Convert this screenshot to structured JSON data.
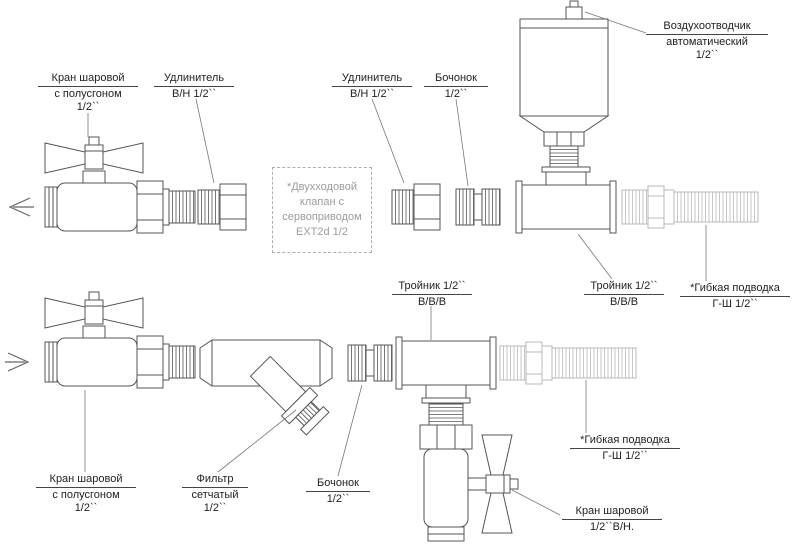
{
  "colors": {
    "line": "#555555",
    "muted_part": "#b9b9b9",
    "label_text": "#222222",
    "servo_text": "#9c9c9c"
  },
  "top_row": {
    "ball_valve": {
      "l1": "Кран шаровой",
      "l2": "с полусгоном",
      "l3": "1/2``"
    },
    "extension_left": {
      "l1": "Удлинитель",
      "l2": "В/Н 1/2``"
    },
    "servo_valve_box": {
      "l1": "*Двухходовой",
      "l2": "клапан с",
      "l3": "сервоприводом",
      "l4": "EXT2d 1/2"
    },
    "extension_right": {
      "l1": "Удлинитель",
      "l2": "В/Н 1/2``"
    },
    "nipple": {
      "l1": "Бочонок",
      "l2": "1/2``"
    },
    "air_vent": {
      "l1": "Воздухоотводчик",
      "l2": "автоматический",
      "l3": "1/2``"
    },
    "tee": {
      "l1": "Тройник 1/2``",
      "l2": "В/В/В"
    },
    "flex_hose": {
      "l1": "*Гибкая подводка",
      "l2": "Г-Ш 1/2``"
    }
  },
  "bottom_row": {
    "tee": {
      "l1": "Тройник 1/2``",
      "l2": "В/В/В"
    },
    "ball_valve": {
      "l1": "Кран шаровой",
      "l2": "с полусгоном",
      "l3": "1/2``"
    },
    "strainer": {
      "l1": "Фильтр",
      "l2": "сетчатый",
      "l3": "1/2``"
    },
    "nipple": {
      "l1": "Бочонок",
      "l2": "1/2``"
    },
    "flex_hose": {
      "l1": "*Гибкая подводка",
      "l2": "Г-Ш 1/2``"
    },
    "ball_valve_vertical": {
      "l1": "Кран шаровой",
      "l2": "1/2``В/Н."
    }
  }
}
